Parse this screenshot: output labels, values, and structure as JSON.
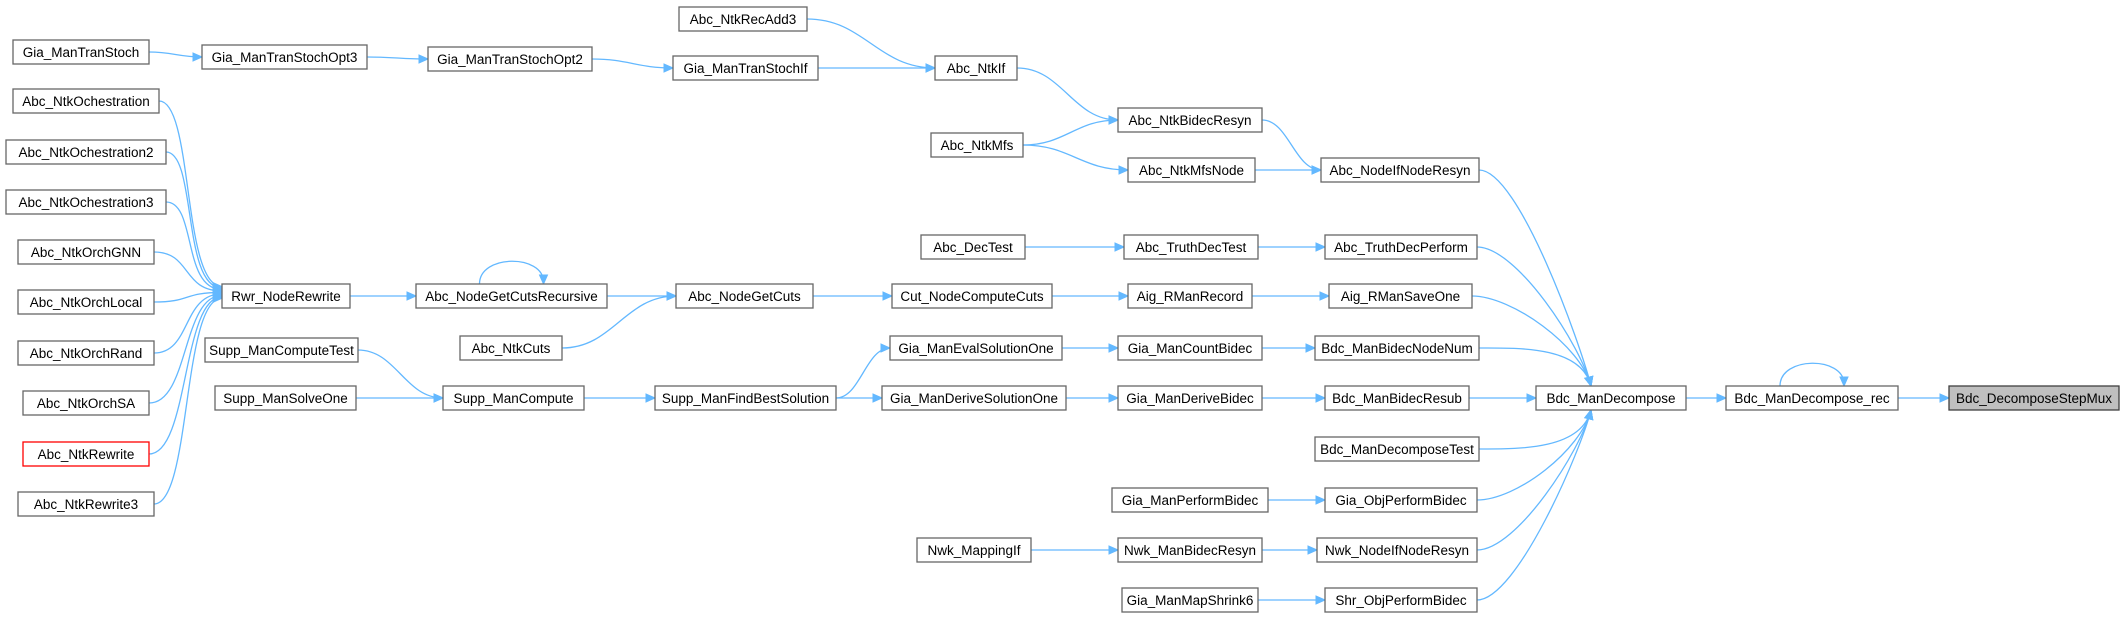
{
  "colors": {
    "edge": "#63b8ff",
    "node_border": "#666666",
    "root_fill": "#bfbfbf",
    "highlighted_border": "#ff0000"
  },
  "nodes": {
    "Gia_ManTranStoch": "Gia_ManTranStoch",
    "Gia_ManTranStochOpt3": "Gia_ManTranStochOpt3",
    "Gia_ManTranStochOpt2": "Gia_ManTranStochOpt2",
    "Abc_NtkRecAdd3": "Abc_NtkRecAdd3",
    "Gia_ManTranStochIf": "Gia_ManTranStochIf",
    "Abc_NtkIf": "Abc_NtkIf",
    "Abc_NtkOchestration": "Abc_NtkOchestration",
    "Abc_NtkOchestration2": "Abc_NtkOchestration2",
    "Abc_NtkOchestration3": "Abc_NtkOchestration3",
    "Abc_NtkOrchGNN": "Abc_NtkOrchGNN",
    "Abc_NtkOrchLocal": "Abc_NtkOrchLocal",
    "Abc_NtkOrchRand": "Abc_NtkOrchRand",
    "Abc_NtkOrchSA": "Abc_NtkOrchSA",
    "Abc_NtkRewrite": "Abc_NtkRewrite",
    "Abc_NtkRewrite3": "Abc_NtkRewrite3",
    "Rwr_NodeRewrite": "Rwr_NodeRewrite",
    "Abc_NodeGetCutsRecursive": "Abc_NodeGetCutsRecursive",
    "Abc_NtkCuts": "Abc_NtkCuts",
    "Abc_NodeGetCuts": "Abc_NodeGetCuts",
    "Cut_NodeComputeCuts": "Cut_NodeComputeCuts",
    "Abc_NtkMfs": "Abc_NtkMfs",
    "Abc_NtkBidecResyn": "Abc_NtkBidecResyn",
    "Abc_NtkMfsNode": "Abc_NtkMfsNode",
    "Abc_NodeIfNodeResyn": "Abc_NodeIfNodeResyn",
    "Abc_DecTest": "Abc_DecTest",
    "Abc_TruthDecTest": "Abc_TruthDecTest",
    "Abc_TruthDecPerform": "Abc_TruthDecPerform",
    "Aig_RManRecord": "Aig_RManRecord",
    "Aig_RManSaveOne": "Aig_RManSaveOne",
    "Supp_ManComputeTest": "Supp_ManComputeTest",
    "Supp_ManSolveOne": "Supp_ManSolveOne",
    "Supp_ManCompute": "Supp_ManCompute",
    "Supp_ManFindBestSolution": "Supp_ManFindBestSolution",
    "Gia_ManEvalSolutionOne": "Gia_ManEvalSolutionOne",
    "Gia_ManDeriveSolutionOne": "Gia_ManDeriveSolutionOne",
    "Gia_ManCountBidec": "Gia_ManCountBidec",
    "Gia_ManDeriveBidec": "Gia_ManDeriveBidec",
    "Bdc_ManBidecNodeNum": "Bdc_ManBidecNodeNum",
    "Bdc_ManBidecResub": "Bdc_ManBidecResub",
    "Bdc_ManDecomposeTest": "Bdc_ManDecomposeTest",
    "Gia_ManPerformBidec": "Gia_ManPerformBidec",
    "Gia_ObjPerformBidec": "Gia_ObjPerformBidec",
    "Nwk_MappingIf": "Nwk_MappingIf",
    "Nwk_ManBidecResyn": "Nwk_ManBidecResyn",
    "Nwk_NodeIfNodeResyn": "Nwk_NodeIfNodeResyn",
    "Gia_ManMapShrink6": "Gia_ManMapShrink6",
    "Shr_ObjPerformBidec": "Shr_ObjPerformBidec",
    "Bdc_ManDecompose": "Bdc_ManDecompose",
    "Bdc_ManDecompose_rec": "Bdc_ManDecompose_rec",
    "Bdc_DecomposeStepMux": "Bdc_DecomposeStepMux"
  },
  "edges": [
    [
      "Gia_ManTranStoch",
      "Gia_ManTranStochOpt3"
    ],
    [
      "Gia_ManTranStochOpt3",
      "Gia_ManTranStochOpt2"
    ],
    [
      "Gia_ManTranStochOpt2",
      "Gia_ManTranStochIf"
    ],
    [
      "Gia_ManTranStochIf",
      "Abc_NtkIf"
    ],
    [
      "Abc_NtkRecAdd3",
      "Abc_NtkIf"
    ],
    [
      "Abc_NtkIf",
      "Abc_NtkBidecResyn"
    ],
    [
      "Abc_NtkMfs",
      "Abc_NtkBidecResyn"
    ],
    [
      "Abc_NtkMfs",
      "Abc_NtkMfsNode"
    ],
    [
      "Abc_NtkBidecResyn",
      "Abc_NodeIfNodeResyn"
    ],
    [
      "Abc_NtkMfsNode",
      "Abc_NodeIfNodeResyn"
    ],
    [
      "Abc_NodeIfNodeResyn",
      "Bdc_ManDecompose"
    ],
    [
      "Abc_DecTest",
      "Abc_TruthDecTest"
    ],
    [
      "Abc_TruthDecTest",
      "Abc_TruthDecPerform"
    ],
    [
      "Abc_TruthDecPerform",
      "Bdc_ManDecompose"
    ],
    [
      "Abc_NtkOchestration",
      "Rwr_NodeRewrite"
    ],
    [
      "Abc_NtkOchestration2",
      "Rwr_NodeRewrite"
    ],
    [
      "Abc_NtkOchestration3",
      "Rwr_NodeRewrite"
    ],
    [
      "Abc_NtkOrchGNN",
      "Rwr_NodeRewrite"
    ],
    [
      "Abc_NtkOrchLocal",
      "Rwr_NodeRewrite"
    ],
    [
      "Abc_NtkOrchRand",
      "Rwr_NodeRewrite"
    ],
    [
      "Abc_NtkOrchSA",
      "Rwr_NodeRewrite"
    ],
    [
      "Abc_NtkRewrite",
      "Rwr_NodeRewrite"
    ],
    [
      "Abc_NtkRewrite3",
      "Rwr_NodeRewrite"
    ],
    [
      "Rwr_NodeRewrite",
      "Abc_NodeGetCutsRecursive"
    ],
    [
      "Abc_NodeGetCutsRecursive",
      "Abc_NodeGetCutsRecursive"
    ],
    [
      "Abc_NodeGetCutsRecursive",
      "Abc_NodeGetCuts"
    ],
    [
      "Abc_NtkCuts",
      "Abc_NodeGetCuts"
    ],
    [
      "Abc_NodeGetCuts",
      "Cut_NodeComputeCuts"
    ],
    [
      "Cut_NodeComputeCuts",
      "Aig_RManRecord"
    ],
    [
      "Aig_RManRecord",
      "Aig_RManSaveOne"
    ],
    [
      "Aig_RManSaveOne",
      "Bdc_ManDecompose"
    ],
    [
      "Supp_ManComputeTest",
      "Supp_ManCompute"
    ],
    [
      "Supp_ManSolveOne",
      "Supp_ManCompute"
    ],
    [
      "Supp_ManCompute",
      "Supp_ManFindBestSolution"
    ],
    [
      "Supp_ManFindBestSolution",
      "Gia_ManEvalSolutionOne"
    ],
    [
      "Supp_ManFindBestSolution",
      "Gia_ManDeriveSolutionOne"
    ],
    [
      "Gia_ManEvalSolutionOne",
      "Gia_ManCountBidec"
    ],
    [
      "Gia_ManDeriveSolutionOne",
      "Gia_ManDeriveBidec"
    ],
    [
      "Gia_ManCountBidec",
      "Bdc_ManBidecNodeNum"
    ],
    [
      "Gia_ManDeriveBidec",
      "Bdc_ManBidecResub"
    ],
    [
      "Bdc_ManBidecNodeNum",
      "Bdc_ManDecompose"
    ],
    [
      "Bdc_ManBidecResub",
      "Bdc_ManDecompose"
    ],
    [
      "Bdc_ManDecomposeTest",
      "Bdc_ManDecompose"
    ],
    [
      "Gia_ManPerformBidec",
      "Gia_ObjPerformBidec"
    ],
    [
      "Gia_ObjPerformBidec",
      "Bdc_ManDecompose"
    ],
    [
      "Nwk_MappingIf",
      "Nwk_ManBidecResyn"
    ],
    [
      "Nwk_ManBidecResyn",
      "Nwk_NodeIfNodeResyn"
    ],
    [
      "Nwk_NodeIfNodeResyn",
      "Bdc_ManDecompose"
    ],
    [
      "Gia_ManMapShrink6",
      "Shr_ObjPerformBidec"
    ],
    [
      "Shr_ObjPerformBidec",
      "Bdc_ManDecompose"
    ],
    [
      "Bdc_ManDecompose",
      "Bdc_ManDecompose_rec"
    ],
    [
      "Bdc_ManDecompose_rec",
      "Bdc_ManDecompose_rec"
    ],
    [
      "Bdc_ManDecompose_rec",
      "Bdc_DecomposeStepMux"
    ]
  ]
}
